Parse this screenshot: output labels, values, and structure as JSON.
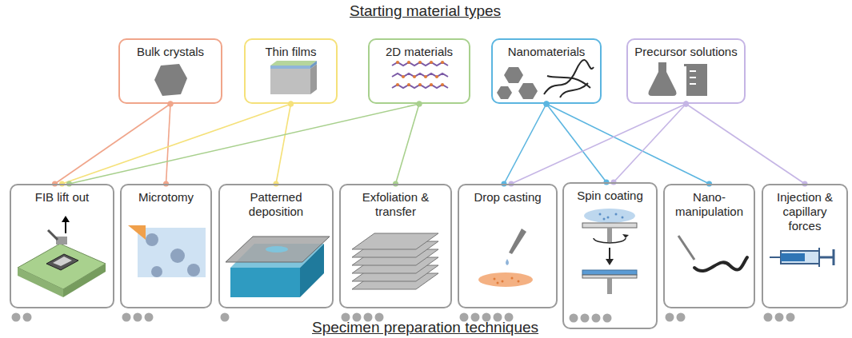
{
  "diagram": {
    "title": "Starting material types",
    "caption": "Specimen preparation techniques",
    "nodes": [
      {
        "text": [
          "Bulk crystals"
        ]
      },
      {
        "text": [
          "Thin films"
        ]
      },
      {
        "text": [
          "2D materials"
        ]
      },
      {
        "text": [
          "Nanomaterials"
        ]
      },
      {
        "text": [
          "Precursor solutions"
        ]
      },
      {
        "text": [
          "FIB lift out"
        ]
      },
      {
        "text": [
          "Microtomy"
        ]
      },
      {
        "text": [
          "Patterned deposition"
        ]
      },
      {
        "text": [
          "Exfoliation & transfer"
        ]
      },
      {
        "text": [
          "Drop casting"
        ]
      },
      {
        "text": [
          "Spin coating"
        ]
      },
      {
        "text": [
          "Nano- manipulation"
        ]
      },
      {
        "text": [
          "Injection & capillary forces"
        ]
      }
    ],
    "edges": [
      {
        "from": 0,
        "to": 5,
        "arrow": "none"
      },
      {
        "from": 0,
        "to": 6,
        "arrow": "none"
      },
      {
        "from": 1,
        "to": 5,
        "arrow": "none"
      },
      {
        "from": 1,
        "to": 7,
        "arrow": "none"
      },
      {
        "from": 2,
        "to": 5,
        "arrow": "none"
      },
      {
        "from": 2,
        "to": 8,
        "arrow": "none"
      },
      {
        "from": 3,
        "to": 9,
        "arrow": "none"
      },
      {
        "from": 3,
        "to": 10,
        "arrow": "none"
      },
      {
        "from": 3,
        "to": 11,
        "arrow": "none"
      },
      {
        "from": 4,
        "to": 9,
        "arrow": "none"
      },
      {
        "from": 4,
        "to": 10,
        "arrow": "none"
      },
      {
        "from": 4,
        "to": 12,
        "arrow": "none"
      }
    ]
  }
}
